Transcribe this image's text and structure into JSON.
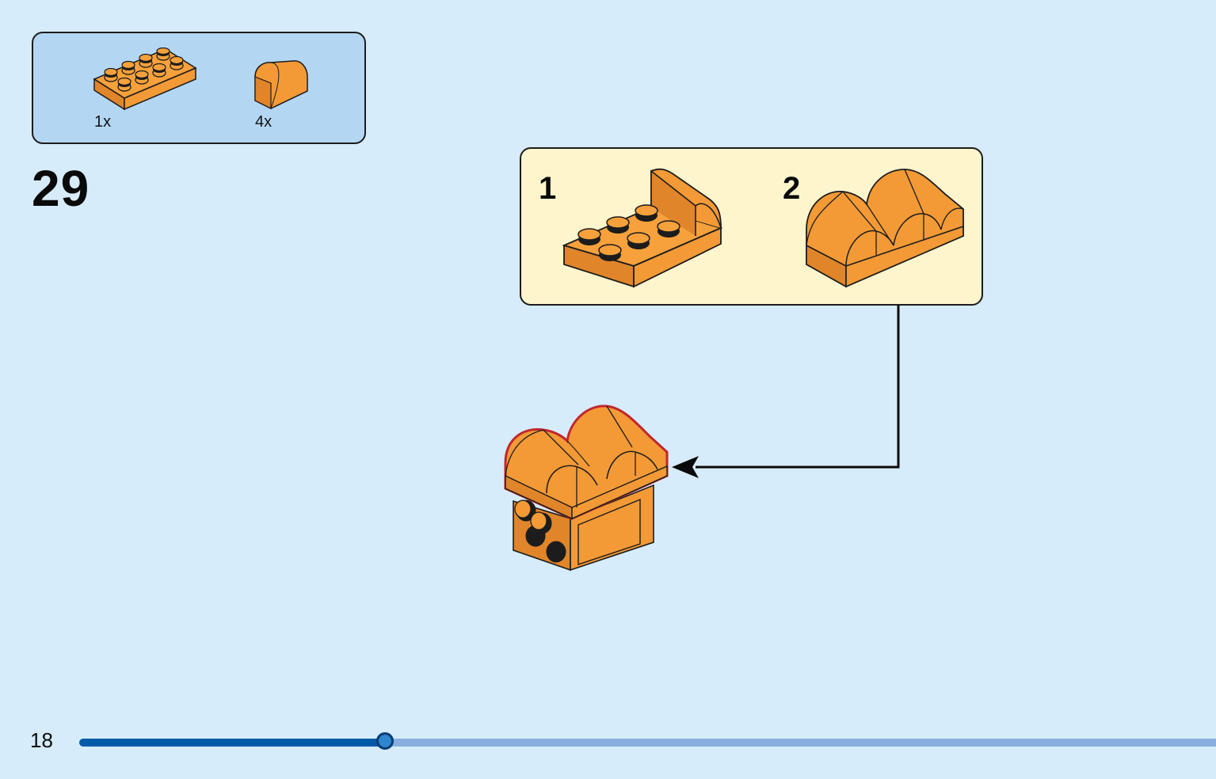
{
  "parts_list": {
    "items": [
      {
        "name": "plate-2x4-orange",
        "quantity": "1x"
      },
      {
        "name": "curved-slope-1x1-orange",
        "quantity": "4x"
      }
    ]
  },
  "step": {
    "number": "29"
  },
  "sub_assembly": {
    "steps": [
      {
        "label": "1"
      },
      {
        "label": "2"
      }
    ]
  },
  "colors": {
    "background": "#d6ecfa",
    "parts_box": "#b3d7f3",
    "sub_box": "#fff5cd",
    "brick": "#f39a36",
    "brick_dark": "#d47a1e",
    "progress_fill": "#005aa8",
    "progress_track": "#89aede"
  },
  "footer": {
    "page_number": "18",
    "progress_fraction": 0.27
  }
}
